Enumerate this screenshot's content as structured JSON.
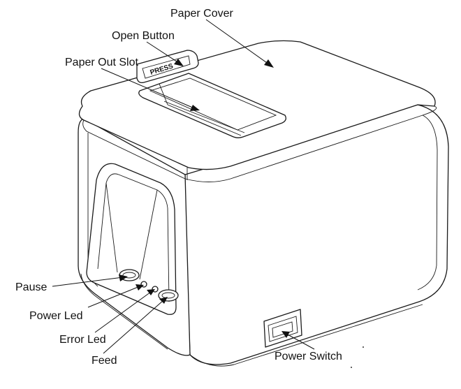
{
  "labels": {
    "paper_cover": "Paper Cover",
    "open_button": "Open Button",
    "paper_out_slot": "Paper Out Slot",
    "pause": "Pause",
    "power_led": "Power Led",
    "error_led": "Error Led",
    "feed": "Feed",
    "power_switch": "Power Switch"
  },
  "press_marking": "PRESS"
}
